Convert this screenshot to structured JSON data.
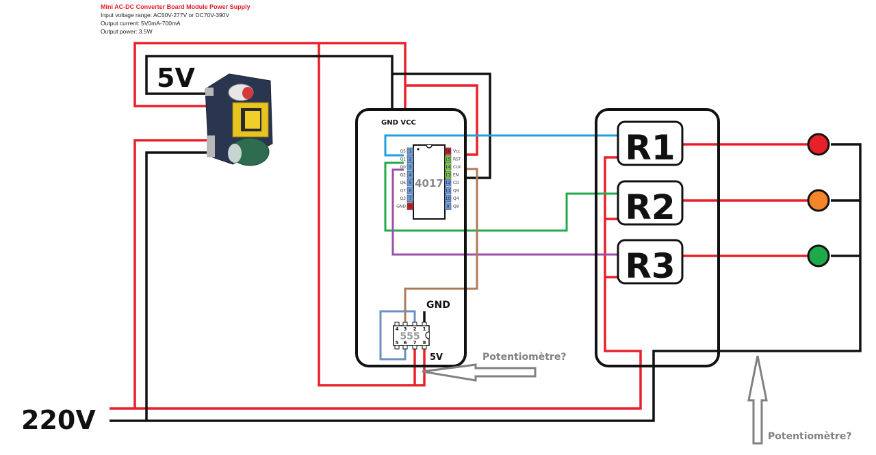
{
  "spec": {
    "title": "Mini AC-DC Converter Board Module Power Supply",
    "lines": [
      "Input voltage range: AC50V-277V or DC70V-390V",
      "Output current: 5V0mA-700mA",
      "Output power: 3.5W"
    ]
  },
  "labels": {
    "supply_5v": "5V",
    "mains": "220V",
    "gnd_vcc": "GND VCC",
    "gnd": "GND",
    "v5_555": "5V",
    "pot1": "Potentiomètre?",
    "pot2": "Potentiomètre?"
  },
  "ic4017": {
    "name": "4017",
    "left_pins": [
      {
        "num": "1",
        "label": "Q5"
      },
      {
        "num": "2",
        "label": "Q1"
      },
      {
        "num": "3",
        "label": "Q0"
      },
      {
        "num": "4",
        "label": "Q2"
      },
      {
        "num": "5",
        "label": "Q6"
      },
      {
        "num": "6",
        "label": "Q7"
      },
      {
        "num": "7",
        "label": "Q3"
      },
      {
        "num": "8",
        "label": "GND"
      }
    ],
    "right_pins": [
      {
        "num": "16",
        "label": "Vcc"
      },
      {
        "num": "15",
        "label": "RST"
      },
      {
        "num": "14",
        "label": "CLK"
      },
      {
        "num": "13",
        "label": "EN"
      },
      {
        "num": "12",
        "label": "CO"
      },
      {
        "num": "11",
        "label": "Q9"
      },
      {
        "num": "10",
        "label": "Q4"
      },
      {
        "num": "9",
        "label": "Q8"
      }
    ]
  },
  "ic555": {
    "name": "555",
    "top_pins": [
      "4",
      "3",
      "2",
      "1"
    ],
    "bottom_pins": [
      "5",
      "6",
      "7",
      "8"
    ]
  },
  "relays": [
    "R1",
    "R2",
    "R3"
  ],
  "lamps": [
    {
      "name": "red",
      "color": "#e8202a"
    },
    {
      "name": "orange",
      "color": "#f5852a"
    },
    {
      "name": "green",
      "color": "#1faa4a"
    }
  ],
  "colors": {
    "live": "#e8202a",
    "neutral": "#111111",
    "q_blue": "#1ea0dc",
    "q_green": "#22aa4a",
    "q_purple": "#9b4fa8",
    "clk_brown": "#b07a58",
    "loop_blue": "#6d8fc0",
    "arrow_gray": "#808080"
  }
}
